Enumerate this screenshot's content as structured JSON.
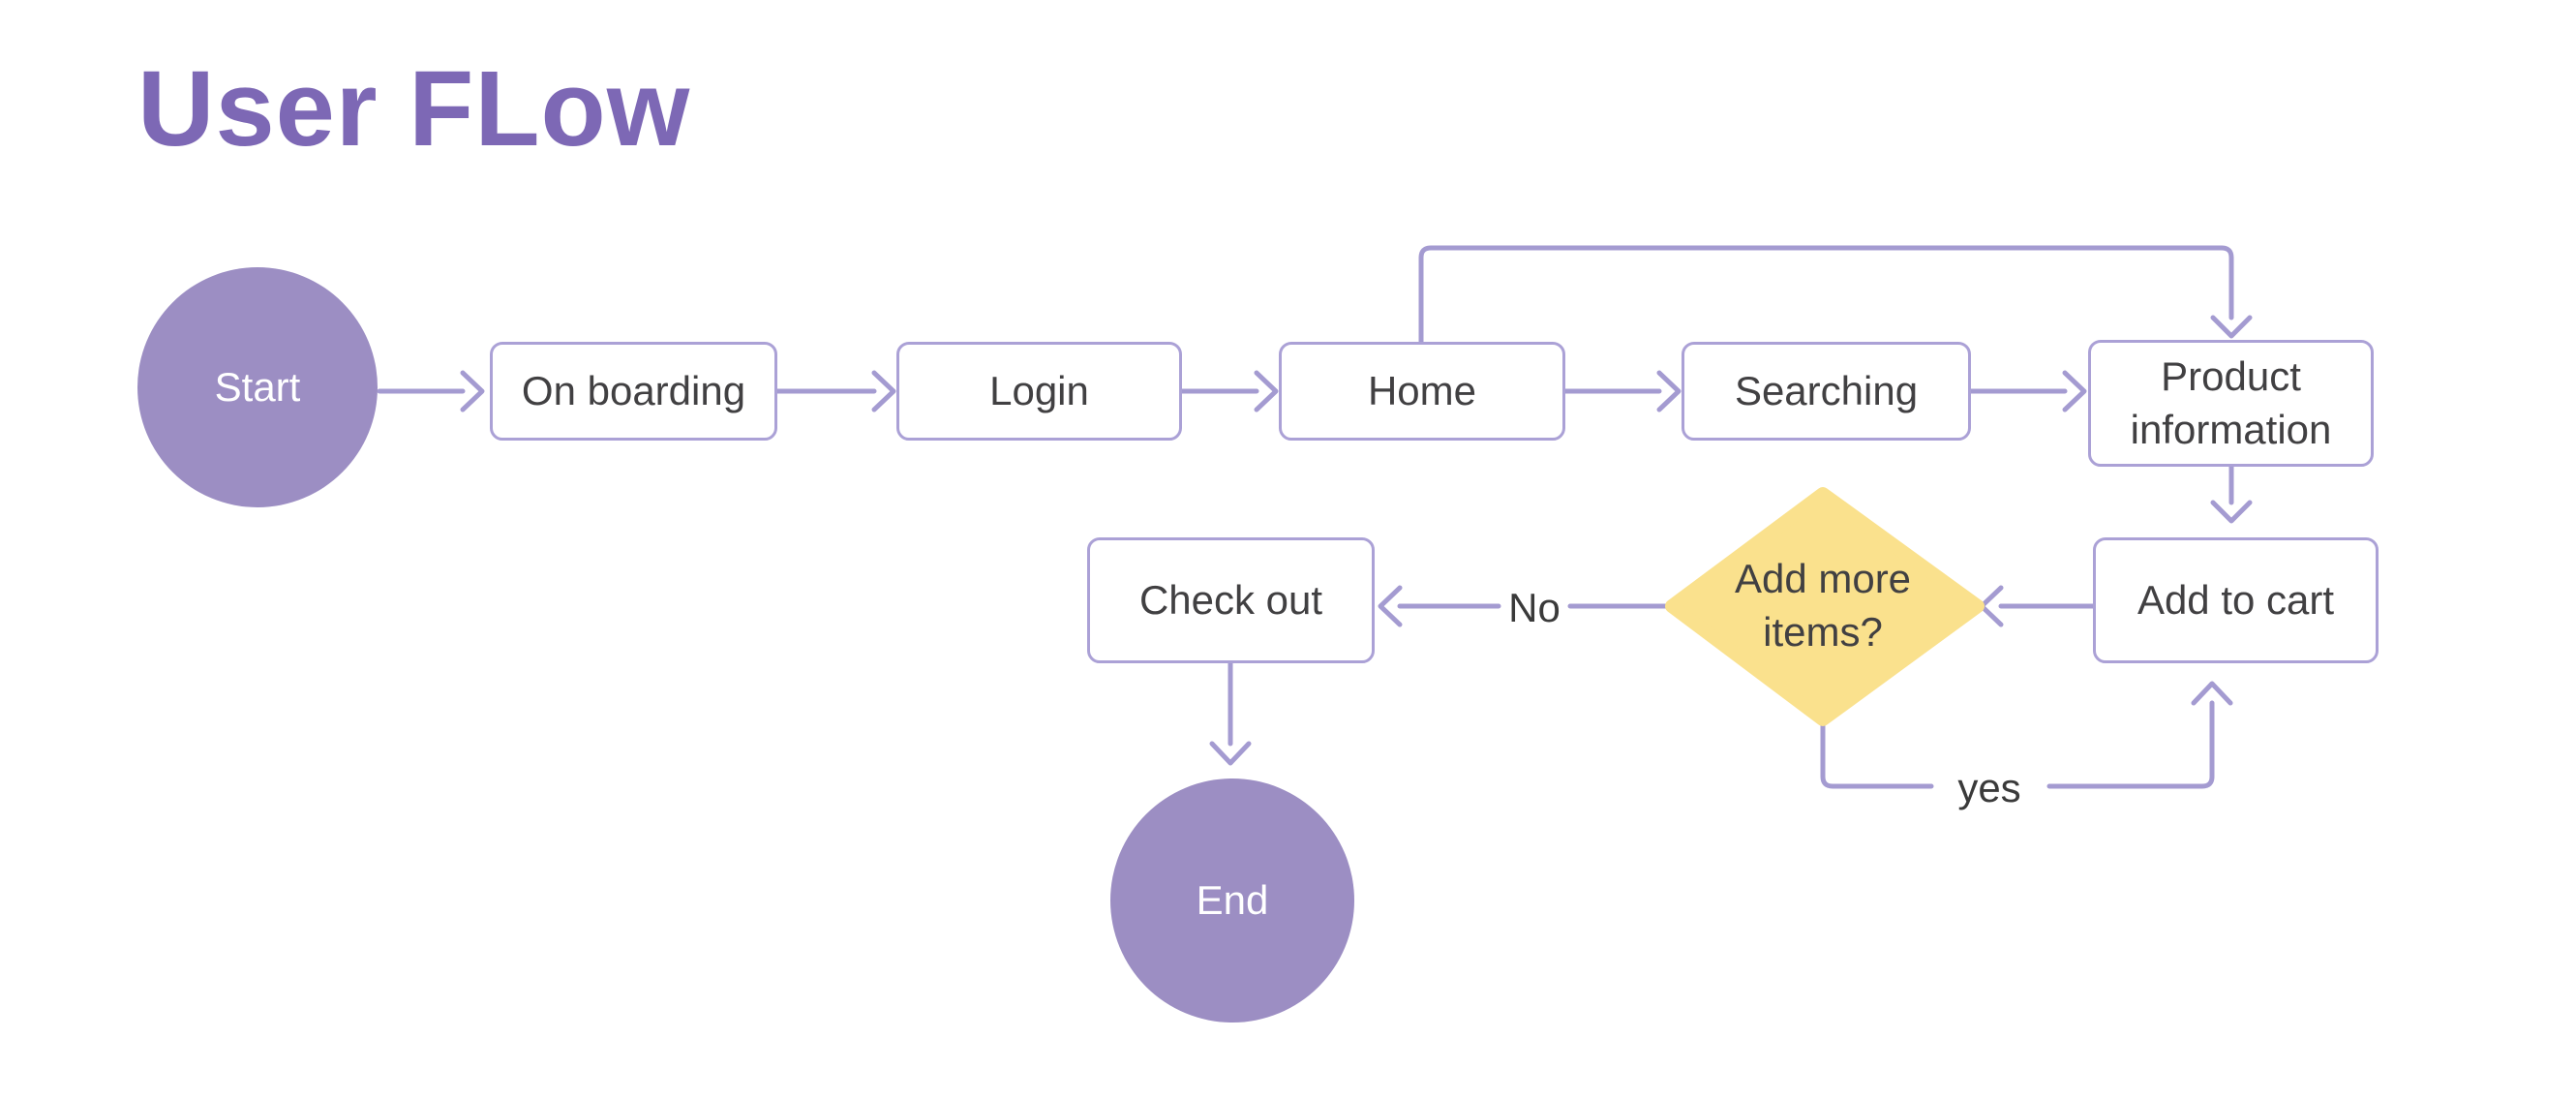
{
  "title": "User FLow",
  "nodes": {
    "start": {
      "label": "Start",
      "type": "terminator"
    },
    "onboarding": {
      "label": "On boarding",
      "type": "process"
    },
    "login": {
      "label": "Login",
      "type": "process"
    },
    "home": {
      "label": "Home",
      "type": "process"
    },
    "searching": {
      "label": "Searching",
      "type": "process"
    },
    "product_information": {
      "label": "Product information",
      "type": "process"
    },
    "add_to_cart": {
      "label": "Add to cart",
      "type": "process"
    },
    "decision": {
      "label": "Add more items?",
      "type": "decision"
    },
    "checkout": {
      "label": "Check out",
      "type": "process"
    },
    "end": {
      "label": "End",
      "type": "terminator"
    }
  },
  "edge_labels": {
    "no": "No",
    "yes": "yes"
  },
  "colors": {
    "background": "#ffffff",
    "title_text": "#7d68b5",
    "connector": "#a49bd1",
    "node_border": "#aba1d6",
    "node_text": "#414042",
    "terminator_fill": "#9c8ec3",
    "terminator_text": "#ffffff",
    "decision_fill": "#fae18d"
  }
}
